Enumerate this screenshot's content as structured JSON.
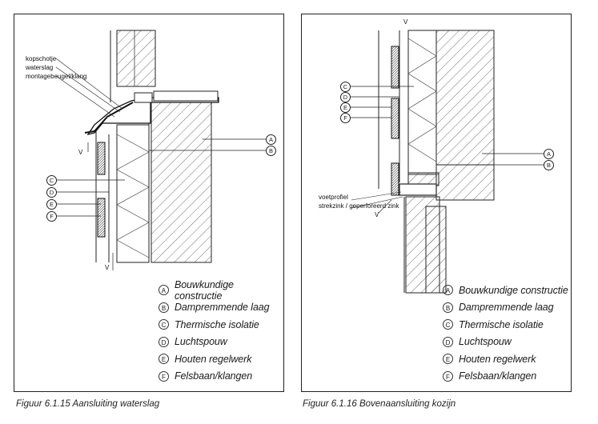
{
  "figures": [
    {
      "caption": "Figuur 6.1.15 Aansluiting waterslag",
      "labels": [
        "kopschotje",
        "waterslag",
        "montagebeugel/klang"
      ],
      "legend": [
        {
          "letter": "A",
          "label": "Bouwkundige constructie"
        },
        {
          "letter": "B",
          "label": "Dampremmende laag"
        },
        {
          "letter": "C",
          "label": "Thermische isolatie"
        },
        {
          "letter": "D",
          "label": "Luchtspouw"
        },
        {
          "letter": "E",
          "label": "Houten regelwerk"
        },
        {
          "letter": "F",
          "label": "Felsbaan/klangen"
        }
      ],
      "markers_left": [
        "C",
        "D",
        "E",
        "F"
      ],
      "markers_right": [
        "A",
        "B"
      ],
      "vent_mark": "V"
    },
    {
      "caption": "Figuur 6.1.16 Bovenaansluiting kozijn",
      "labels": [
        "voetprofiel",
        "strekzink / geperforeerd zink"
      ],
      "legend": [
        {
          "letter": "A",
          "label": "Bouwkundige constructie"
        },
        {
          "letter": "B",
          "label": "Dampremmende laag"
        },
        {
          "letter": "C",
          "label": "Thermische isolatie"
        },
        {
          "letter": "D",
          "label": "Luchtspouw"
        },
        {
          "letter": "E",
          "label": "Houten regelwerk"
        },
        {
          "letter": "F",
          "label": "Felsbaan/klangen"
        }
      ],
      "markers_left": [
        "C",
        "D",
        "E",
        "F"
      ],
      "markers_right": [
        "A",
        "B"
      ],
      "vent_mark": "V"
    }
  ]
}
